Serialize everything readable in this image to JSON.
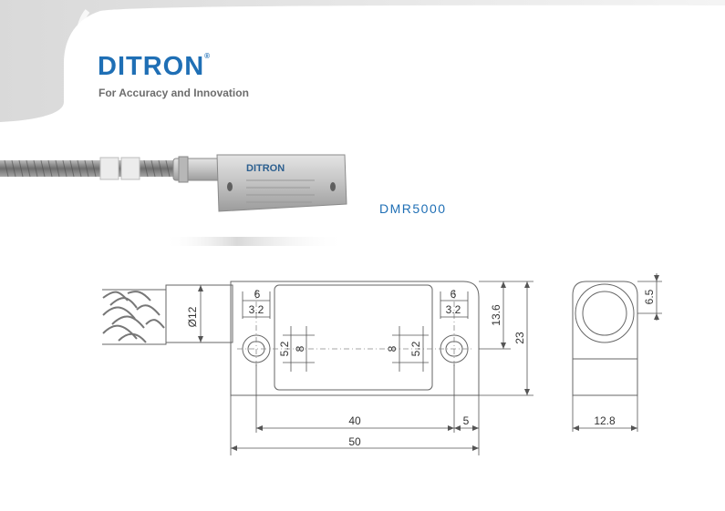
{
  "brand": {
    "name": "DITRON",
    "registered_mark": "®",
    "tagline": "For Accuracy and Innovation",
    "color": "#1f6fb5"
  },
  "product": {
    "model": "DMR5000",
    "head_label": "DITRON"
  },
  "drawing": {
    "cable_diameter": "Ø12",
    "hole_spacing_left": "6",
    "hole_width_left": "3.2",
    "hole_spacing_right": "6",
    "hole_width_right": "3.2",
    "slot_height_left": "5.2",
    "slot_length_left": "8",
    "slot_length_right": "8",
    "slot_height_right": "5.2",
    "hole_center_height": "13.6",
    "overall_height": "23",
    "hole_pitch": "40",
    "hole_edge_offset": "5",
    "overall_length": "50",
    "side_offset": "6.5",
    "overall_thickness": "12.8"
  }
}
